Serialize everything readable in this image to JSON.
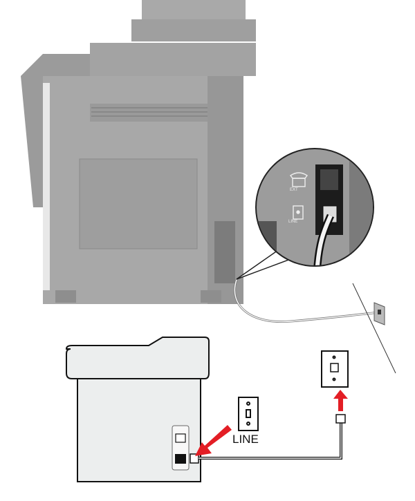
{
  "labels": {
    "line_port": "LINE",
    "closeup_ext": "EXT",
    "closeup_line": "LINE"
  },
  "colors": {
    "printer_gray": "#a6a6a6",
    "arrow_red": "#e31e25",
    "diagram_fill": "#eceeee"
  }
}
